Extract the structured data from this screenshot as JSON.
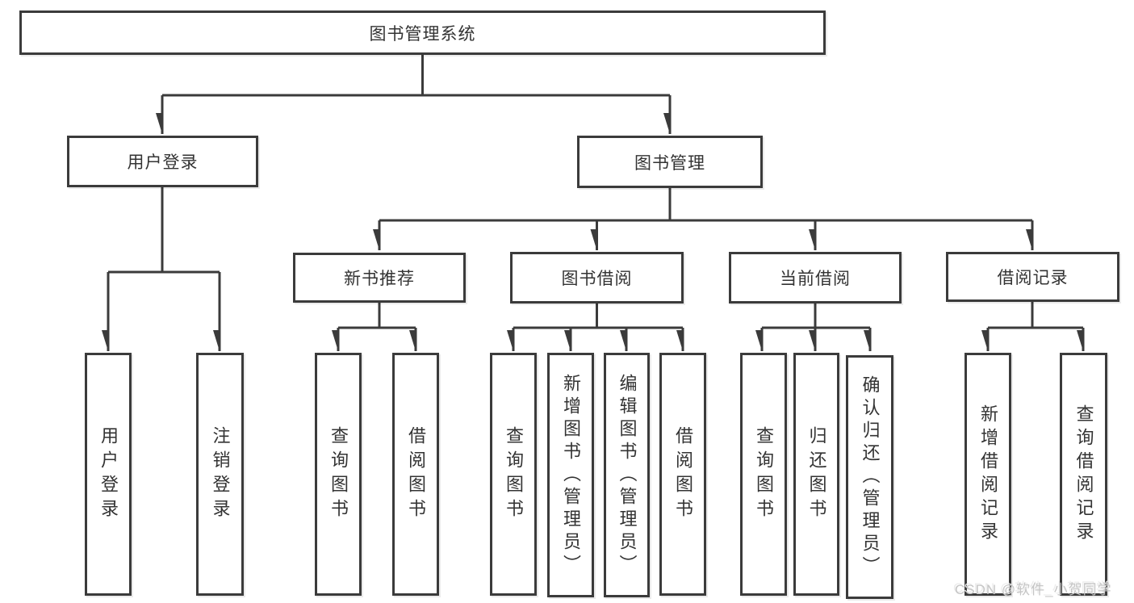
{
  "diagram": {
    "title": "图书管理系统",
    "watermark": "CSDN @软件_小贺同学",
    "level2": {
      "user_login": "用户登录",
      "book_mgmt": "图书管理"
    },
    "level3": {
      "new_books": "新书推荐",
      "book_borrow": "图书借阅",
      "current_borrow": "当前借阅",
      "borrow_records": "借阅记录"
    },
    "leaves": {
      "user_login": [
        "用户登录",
        "注销登录"
      ],
      "new_books": [
        "查询图书",
        "借阅图书"
      ],
      "book_borrow": [
        "查询图书",
        "新增图书（管理员）",
        "编辑图书（管理员）",
        "借阅图书"
      ],
      "current_borrow": [
        "查询图书",
        "归还图书",
        "确认归还（管理员）"
      ],
      "borrow_records": [
        "新增借阅记录",
        "查询借阅记录"
      ]
    }
  }
}
